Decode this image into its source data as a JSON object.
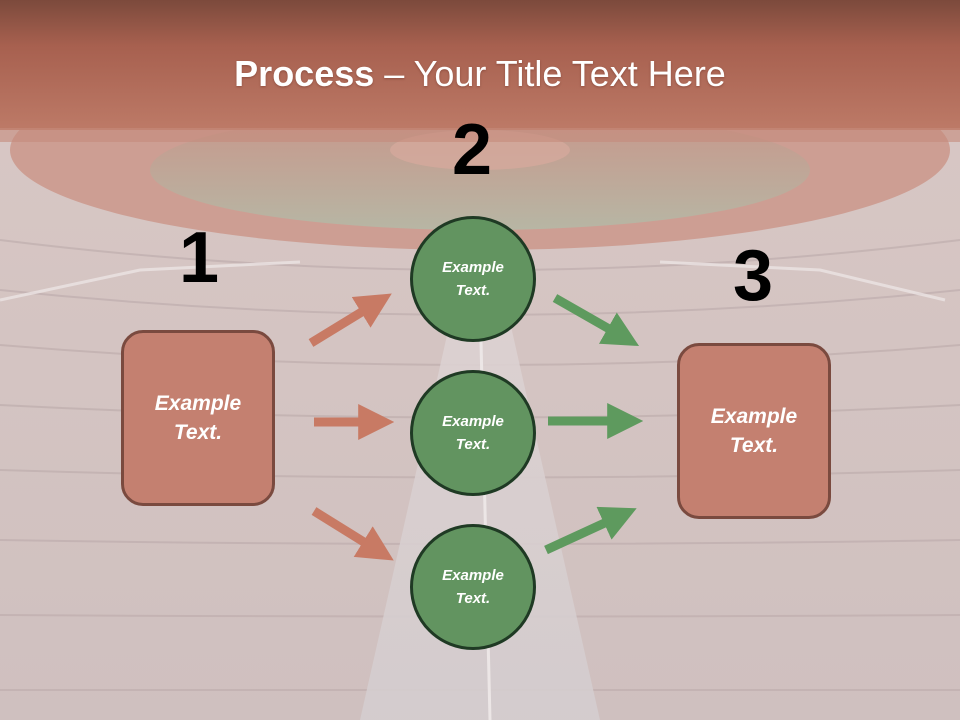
{
  "title": {
    "bold": "Process",
    "rest": " – Your Title Text Here"
  },
  "steps": [
    {
      "number": "1",
      "text": "Example Text."
    },
    {
      "number": "2"
    },
    {
      "number": "3",
      "text": "Example Text."
    }
  ],
  "circles": [
    {
      "text": "Example Text."
    },
    {
      "text": "Example Text."
    },
    {
      "text": "Example Text."
    }
  ],
  "colors": {
    "box_fill": "#c48070",
    "box_border": "#7a4a3f",
    "circle_fill": "#629460",
    "circle_border": "#1f3a24",
    "arrow_left": "#c87a64",
    "arrow_right": "#5e9a5e",
    "title_band": "#b5705e"
  }
}
